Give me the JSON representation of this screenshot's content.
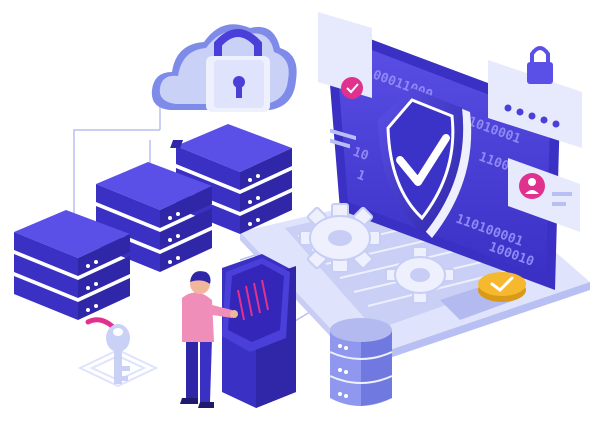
{
  "screen": {
    "binary_lines": [
      "00011000",
      "01010001",
      "1100110",
      "10",
      "1",
      "110100001",
      "100010"
    ]
  },
  "colors": {
    "primary": "#4a3fd8",
    "primary_dark": "#2f27a8",
    "primary_light": "#7a72ef",
    "pale": "#dfe3fb",
    "pale_line": "#b8bff2",
    "accent_pink": "#e0318f",
    "gold": "#f5b82e",
    "shirt": "#ef8fb9"
  },
  "icons": {
    "cloud": "cloud-lock-icon",
    "shield": "shield-check-icon",
    "gear": "gear-icon",
    "coin": "check-coin-icon",
    "key": "key-icon",
    "database": "database-icon",
    "padlock_card": "password-card-icon",
    "user_card": "user-card-icon",
    "doc_card": "document-card-icon"
  }
}
